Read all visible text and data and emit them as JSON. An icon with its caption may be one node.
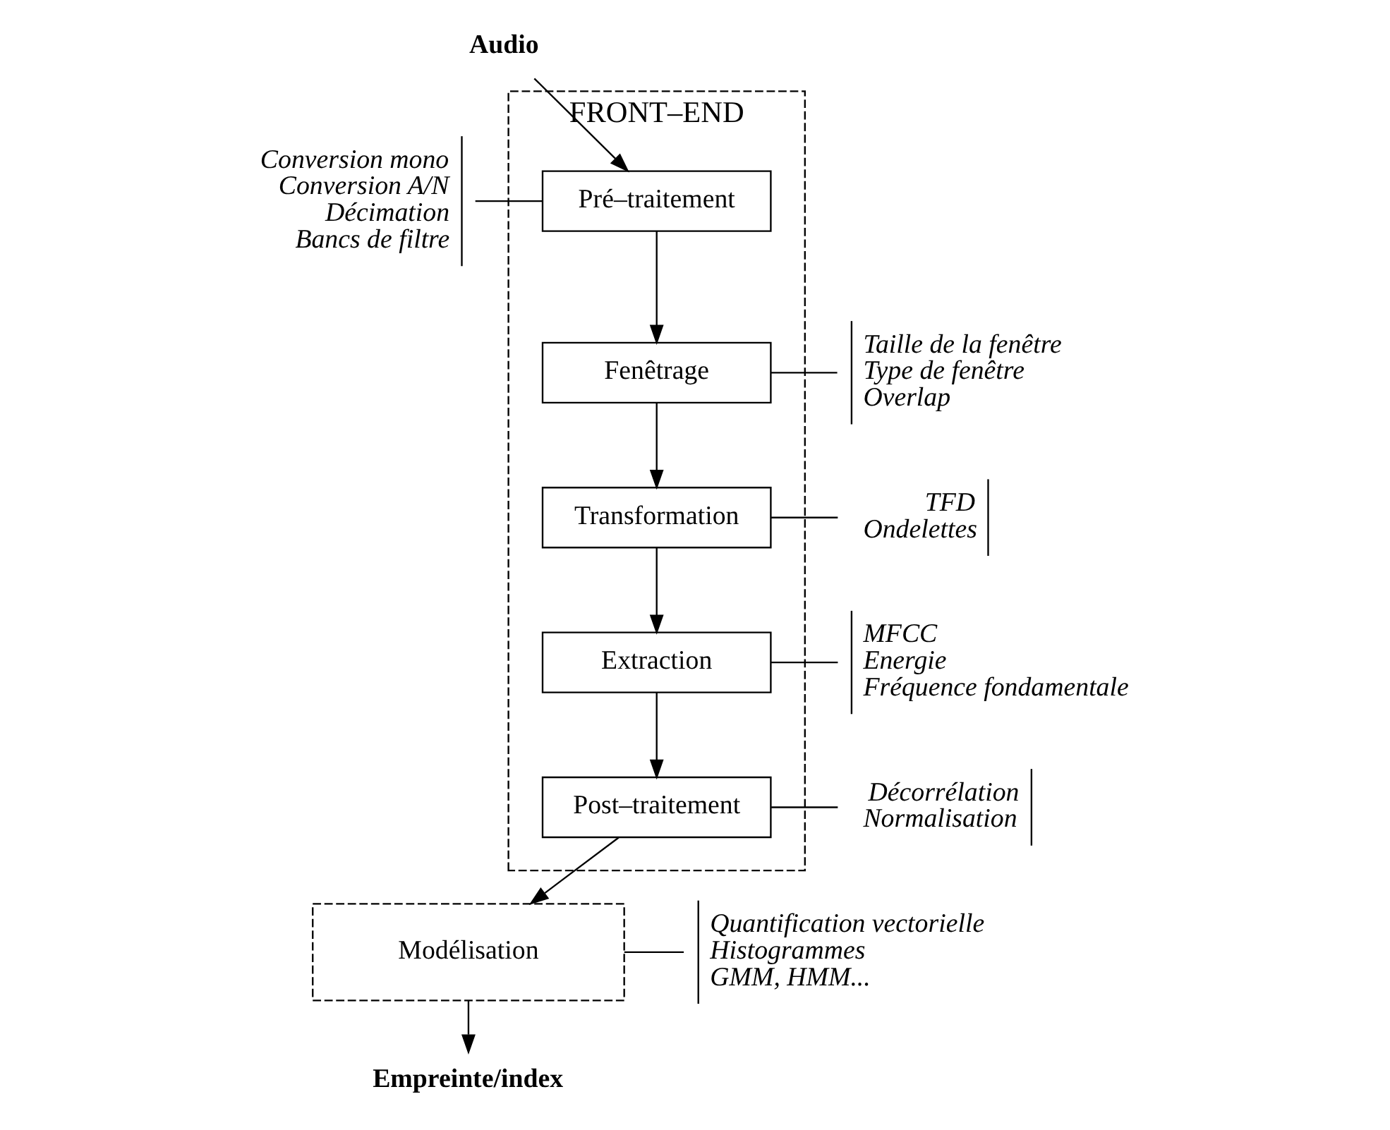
{
  "diagram": {
    "nodes": [
      {
        "text": [
          "Audio"
        ]
      },
      {
        "text": [
          "FRONT–END"
        ]
      },
      {
        "text": [
          "Pré–traitement"
        ],
        "in": 1
      },
      {
        "text": [
          "Fenêtrage"
        ],
        "in": 1
      },
      {
        "text": [
          "Transformation"
        ],
        "in": 1
      },
      {
        "text": [
          "Extraction"
        ],
        "in": 1
      },
      {
        "text": [
          "Post–traitement"
        ],
        "in": 1
      },
      {
        "text": [
          "Modélisation"
        ]
      },
      {
        "text": [
          "Empreinte/index"
        ]
      },
      {
        "text": [
          "Conversion mono",
          "Conversion A/N",
          "Décimation",
          "Bancs de filtre"
        ]
      },
      {
        "text": [
          "Taille de la fenêtre",
          "Type de fenêtre",
          "Overlap"
        ]
      },
      {
        "text": [
          "TFD",
          "Ondelettes"
        ]
      },
      {
        "text": [
          "MFCC",
          "Energie",
          "Fréquence fondamentale"
        ]
      },
      {
        "text": [
          "Décorrélation",
          "Normalisation"
        ]
      },
      {
        "text": [
          "Quantification vectorielle",
          "Histogrammes",
          "GMM, HMM..."
        ]
      }
    ],
    "edges": [
      {
        "from": 0,
        "to": 2,
        "arrow": "to"
      },
      {
        "from": 2,
        "to": 3,
        "arrow": "to"
      },
      {
        "from": 3,
        "to": 4,
        "arrow": "to"
      },
      {
        "from": 4,
        "to": 5,
        "arrow": "to"
      },
      {
        "from": 5,
        "to": 6,
        "arrow": "to"
      },
      {
        "from": 6,
        "to": 7,
        "arrow": "to"
      },
      {
        "from": 7,
        "to": 8,
        "arrow": "to"
      },
      {
        "from": 9,
        "to": 2,
        "arrow": "none"
      },
      {
        "from": 10,
        "to": 3,
        "arrow": "none"
      },
      {
        "from": 11,
        "to": 4,
        "arrow": "none"
      },
      {
        "from": 12,
        "to": 5,
        "arrow": "none"
      },
      {
        "from": 13,
        "to": 6,
        "arrow": "none"
      },
      {
        "from": 14,
        "to": 7,
        "arrow": "none"
      }
    ]
  }
}
